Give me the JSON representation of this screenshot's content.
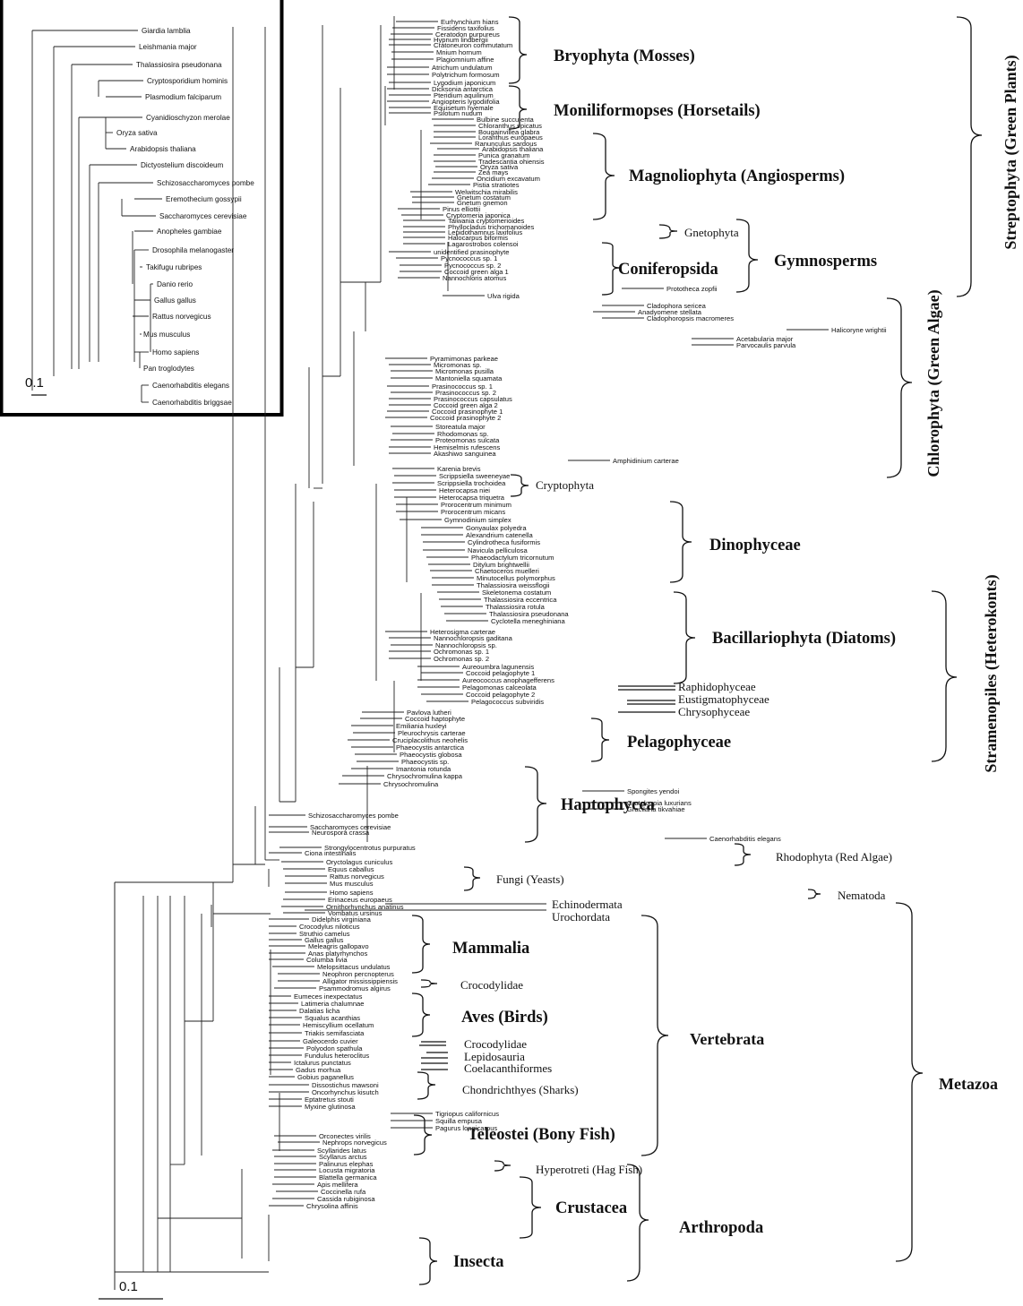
{
  "inset": {
    "scale_label": "0.1",
    "taxa": [
      "Giardia lamblia",
      "Leishmania major",
      "Thalassiosira pseudonana",
      "Cryptosporidium hominis",
      "Plasmodium falciparum",
      "Cyanidioschyzon merolae",
      "Oryza sativa",
      "Arabidopsis thaliana",
      "Dictyostelium discoideum",
      "Schizosaccharomyces pombe",
      "Eremothecium gossypii",
      "Saccharomyces cerevisiae",
      "Anopheles gambiae",
      "Drosophila melanogaster",
      "Takifugu rubripes",
      "Danio rerio",
      "Gallus gallus",
      "Rattus norvegicus",
      "Mus musculus",
      "Homo sapiens",
      "Pan troglodytes",
      "Caenorhabditis elegans",
      "Caenorhabditis briggsae"
    ]
  },
  "main": {
    "scale_label": "0.1",
    "taxa": [
      "Eurhynchium hians",
      "Fissidens taxifolius",
      "Ceratodon purpureus",
      "Hypnum lindbergii",
      "Cratoneuron commutatum",
      "Mnium hornum",
      "Plagiomnium affine",
      "Atrichum undulatum",
      "Polytrichum formosum",
      "Lygodium japonicum",
      "Dicksonia antarctica",
      "Pteridium aquilinum",
      "Angiopteris lygodiifolia",
      "Equisetum hyemale",
      "Psilotum nudum",
      "Bulbine succulenta",
      "Chloranthus spicatus",
      "Bougainvillea glabra",
      "Loranthus europaeus",
      "Ranunculus sardous",
      "Arabidopsis thaliana",
      "Punica granatum",
      "Tradescantia ohiensis",
      "Oryza sativa",
      "Zea mays",
      "Oncidium excavatum",
      "Pistia stratiotes",
      "Welwitschia mirabilis",
      "Gnetum costatum",
      "Gnetum gnemon",
      "Pinus elliottii",
      "Cryptomeria japonica",
      "Taiwania cryptomerioides",
      "Phyllocladus trichomanoides",
      "Lepidothamnus laxifolius",
      "Halocarpus biformis",
      "Lagarostrobos colensoi",
      "unidentified prasinophyte",
      "Pycnococcus sp. 1",
      "Pycnococcus sp. 2",
      "Coccoid green alga 1",
      "Nannochloris atomus",
      "Prototheca zopfii",
      "Ulva rigida",
      "Cladophora sericea",
      "Anadyomene stellata",
      "Cladophoropsis macromeres",
      "Halicoryne wrightii",
      "Acetabularia major",
      "Parvocaulis parvula",
      "Pyramimonas parkeae",
      "Micromonas sp.",
      "Micromonas pusilla",
      "Mantoniella squamata",
      "Prasinococcus sp. 1",
      "Prasinococcus sp. 2",
      "Prasinococcus capsulatus",
      "Coccoid green alga 2",
      "Coccoid prasinophyte 1",
      "Coccoid prasinophyte 2",
      "Storeatula major",
      "Rhodomonas sp.",
      "Proteomonas sulcata",
      "Hemiselmis rufescens",
      "Akashiwo sanguinea",
      "Amphidinium carterae",
      "Karenia brevis",
      "Scrippsiella sweeneyae",
      "Scrippsiella trochoidea",
      "Heterocapsa niei",
      "Heterocapsa triquetra",
      "Prorocentrum minimum",
      "Prorocentrum micans",
      "Gymnodinium simplex",
      "Gonyaulax polyedra",
      "Alexandrium catenella",
      "Cylindrotheca fusiformis",
      "Navicula pelliculosa",
      "Phaeodactylum tricornutum",
      "Ditylum brightwellii",
      "Chaetoceros muelleri",
      "Minutocellus polymorphus",
      "Thalassiosira weissflogii",
      "Skeletonema costatum",
      "Thalassiosira eccentrica",
      "Thalassiosira rotula",
      "Thalassiosira pseudonana",
      "Cyclotella meneghiniana",
      "Heterosigma carterae",
      "Nannochloropsis gaditana",
      "Nannochloropsis sp.",
      "Ochromonas sp. 1",
      "Ochromonas sp. 2",
      "Aureoumbra lagunensis",
      "Coccoid pelagophyte 1",
      "Aureococcus anophagefferens",
      "Pelagomonas calceolata",
      "Coccoid pelagophyte 2",
      "Pelagococcus subviridis",
      "Pavlova lutheri",
      "Coccoid haptophyte",
      "Emiliania huxleyi",
      "Pleurochrysis carterae",
      "Cruciplacolithus neohelis",
      "Phaeocystis antarctica",
      "Phaeocystis globosa",
      "Phaeocystis sp.",
      "Imantonia rotunda",
      "Chrysochromulina kappa",
      "Chrysochromulina",
      "Spongites yendoi",
      "Grateloupia luxurians",
      "Gracilaria tikvahiae",
      "Schizosaccharomyces pombe",
      "Saccharomyces cerevisiae",
      "Neurospora crassa",
      "Caenorhabditis elegans",
      "Strongylocentrotus purpuratus",
      "Ciona intestinalis",
      "Oryctolagus cuniculus",
      "Equus caballus",
      "Rattus norvegicus",
      "Mus musculus",
      "Homo sapiens",
      "Erinaceus europaeus",
      "Ornithorhynchus anatinus",
      "Vombatus ursinus",
      "Didelphis virginiana",
      "Crocodylus niloticus",
      "Struthio camelus",
      "Gallus gallus",
      "Meleagris gallopavo",
      "Anas platyrhynchos",
      "Columba livia",
      "Melopsittacus undulatus",
      "Neophron percnopterus",
      "Alligator mississippiensis",
      "Psammodromus algirus",
      "Eumeces inexpectatus",
      "Latimeria chalumnae",
      "Dalatias licha",
      "Squalus acanthias",
      "Hemiscyllium ocellatum",
      "Triakis semifasciata",
      "Galeocerdo cuvier",
      "Polyodon spathula",
      "Fundulus heteroclitus",
      "Ictalurus punctatus",
      "Gadus morhua",
      "Gobius paganellus",
      "Dissostichus mawsoni",
      "Oncorhynchus kisutch",
      "Eptatretus stouti",
      "Myxine glutinosa",
      "Tigriopus californicus",
      "Squilla empusa",
      "Pagurus longicarpus",
      "Orconectes virilis",
      "Nephrops norvegicus",
      "Scyllarides latus",
      "Scyllarus arctus",
      "Palinurus elephas",
      "Locusta migratoria",
      "Blattella germanica",
      "Apis mellifera",
      "Coccinella rufa",
      "Cassida rubiginosa",
      "Chrysolina affinis"
    ],
    "groups": {
      "bryophyta": "Bryophyta (Mosses)",
      "moniliformopses": "Moniliformopses (Horsetails)",
      "magnoliophyta": "Magnoliophyta (Angiosperms)",
      "gnetophyta": "Gnetophyta",
      "coniferopsida": "Coniferopsida",
      "gymnosperms": "Gymnosperms",
      "streptophyta": "Streptophyta (Green Plants)",
      "chlorophyta": "Chlorophyta (Green Algae)",
      "cryptophyta": "Cryptophyta",
      "dinophyceae": "Dinophyceae",
      "bacillariophyta": "Bacillariophyta (Diatoms)",
      "raphidophyceae": "Raphidophyceae",
      "eustigmatophyceae": "Eustigmatophyceae",
      "chrysophyceae": "Chrysophyceae",
      "pelagophyceae": "Pelagophyceae",
      "stramenopiles": "Stramenopiles (Heterokonts)",
      "haptophycea": "Haptophycea",
      "rhodophyta": "Rhodophyta (Red Algae)",
      "fungi": "Fungi (Yeasts)",
      "nematoda": "Nematoda",
      "echinodermata": "Echinodermata",
      "urochordata": "Urochordata",
      "mammalia": "Mammalia",
      "crocodylidae1": "Crocodylidae",
      "aves": "Aves (Birds)",
      "crocodylidae2": "Crocodylidae",
      "lepidosauria": "Lepidosauria",
      "coelacanthiformes": "Coelacanthiformes",
      "chondrichthyes": "Chondrichthyes (Sharks)",
      "teleostei": "Teleostei (Bony Fish)",
      "vertebrata": "Vertebrata",
      "hyperotreti": "Hyperotreti (Hag Fish)",
      "crustacea": "Crustacea",
      "arthropoda": "Arthropoda",
      "insecta": "Insecta",
      "metazoa": "Metazoa"
    }
  }
}
